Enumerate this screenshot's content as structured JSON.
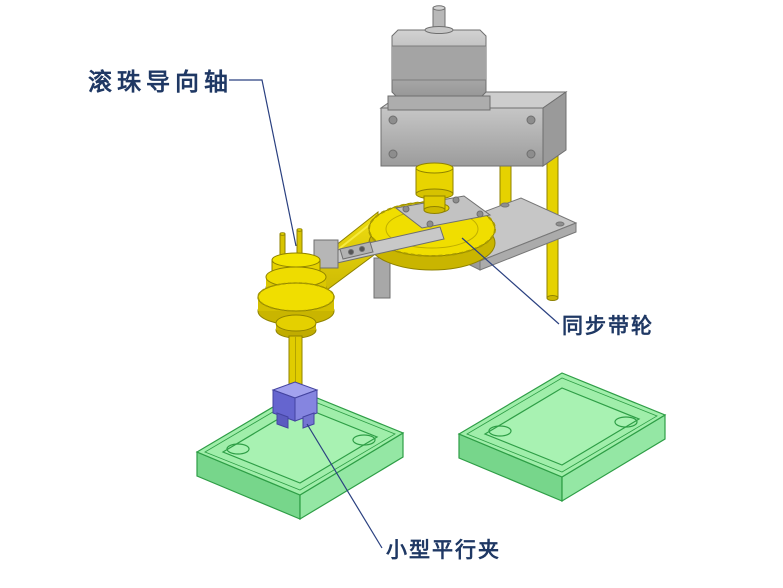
{
  "labels": {
    "ball_guide_shaft": "滚珠导向轴",
    "timing_belt_pulley": "同步带轮",
    "parallel_gripper": "小型平行夹"
  },
  "colors": {
    "background": "#ffffff",
    "label_text": "#1f3864",
    "leader_line": "#2a4080",
    "machine_yellow": "#f0de00",
    "machine_yellow_shade": "#cdb900",
    "metal_gray_light": "#cdcdcd",
    "metal_gray": "#b0b0b0",
    "metal_gray_dark": "#8f8f8f",
    "gripper_blue": "#7a7ad9",
    "tray_green": "#86e886",
    "tray_green_edge": "#2e9e46"
  }
}
